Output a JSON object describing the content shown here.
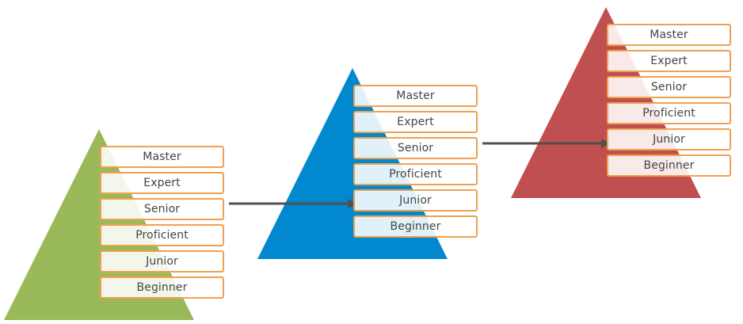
{
  "colors": {
    "pyramid_green": "#9aba59",
    "pyramid_blue": "#0288cf",
    "pyramid_red": "#c0504f",
    "box_border": "#f0a050",
    "arrow": "#505050"
  },
  "pyramids": [
    {
      "name": "green",
      "levels": [
        "Master",
        "Expert",
        "Senior",
        "Proficient",
        "Junior",
        "Beginner"
      ]
    },
    {
      "name": "blue",
      "levels": [
        "Master",
        "Expert",
        "Senior",
        "Proficient",
        "Junior",
        "Beginner"
      ]
    },
    {
      "name": "red",
      "levels": [
        "Master",
        "Expert",
        "Senior",
        "Proficient",
        "Junior",
        "Beginner"
      ]
    }
  ],
  "arrows": [
    {
      "from_pyramid": 0,
      "from_level": "Senior",
      "to_pyramid": 1,
      "to_level": "Junior"
    },
    {
      "from_pyramid": 1,
      "from_level": "Senior",
      "to_pyramid": 2,
      "to_level": "Junior"
    }
  ]
}
